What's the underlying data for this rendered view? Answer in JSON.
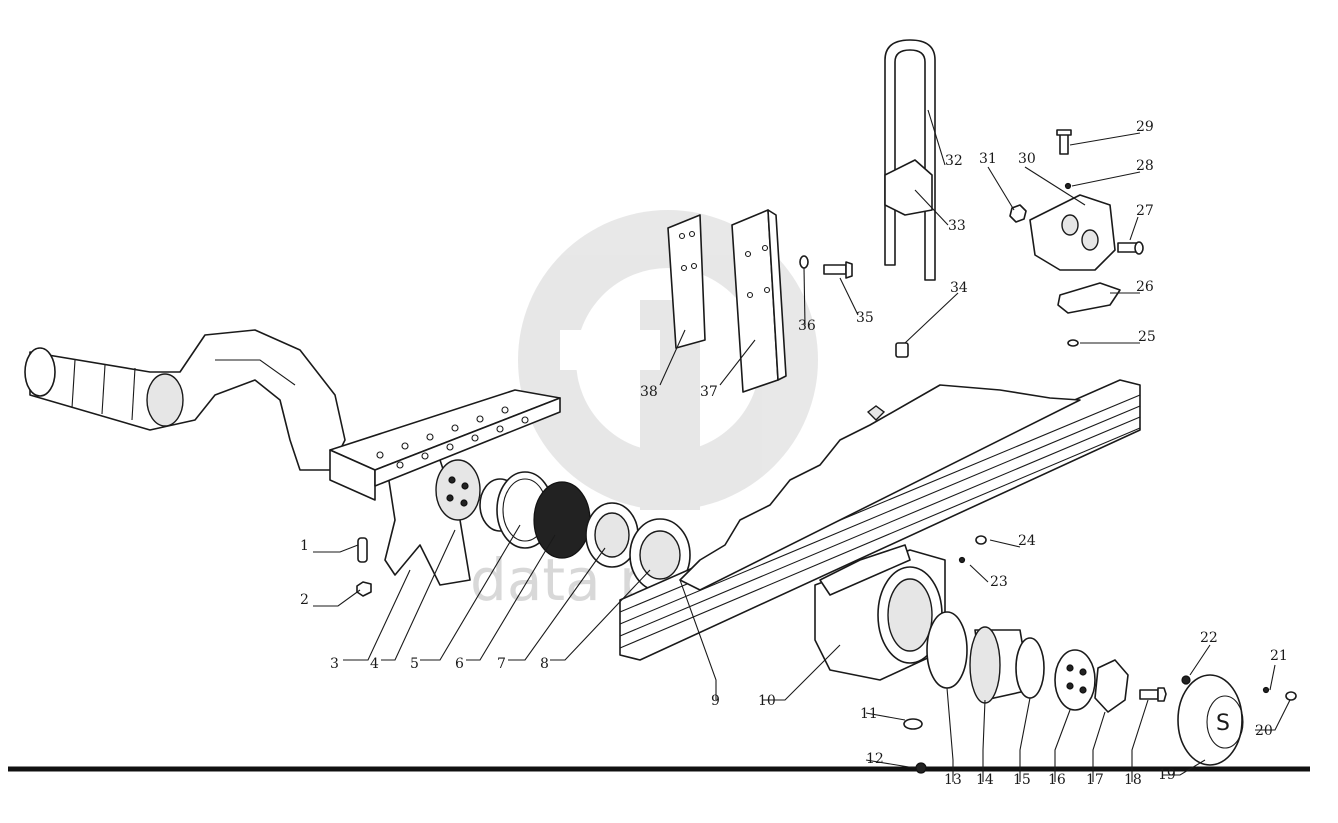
{
  "watermark": {
    "text": "data parts",
    "color": "#cfcfcf"
  },
  "baseline_color": "#111111",
  "callouts": [
    {
      "num": "1"
    },
    {
      "num": "2"
    },
    {
      "num": "3"
    },
    {
      "num": "4"
    },
    {
      "num": "5"
    },
    {
      "num": "6"
    },
    {
      "num": "7"
    },
    {
      "num": "8"
    },
    {
      "num": "9"
    },
    {
      "num": "10"
    },
    {
      "num": "11"
    },
    {
      "num": "12"
    },
    {
      "num": "13"
    },
    {
      "num": "14"
    },
    {
      "num": "15"
    },
    {
      "num": "16"
    },
    {
      "num": "17"
    },
    {
      "num": "18"
    },
    {
      "num": "19"
    },
    {
      "num": "20"
    },
    {
      "num": "21"
    },
    {
      "num": "22"
    },
    {
      "num": "23"
    },
    {
      "num": "24"
    },
    {
      "num": "25"
    },
    {
      "num": "26"
    },
    {
      "num": "27"
    },
    {
      "num": "28"
    },
    {
      "num": "29"
    },
    {
      "num": "30"
    },
    {
      "num": "31"
    },
    {
      "num": "32"
    },
    {
      "num": "33"
    },
    {
      "num": "34"
    },
    {
      "num": "35"
    },
    {
      "num": "36"
    },
    {
      "num": "37"
    },
    {
      "num": "38"
    }
  ]
}
